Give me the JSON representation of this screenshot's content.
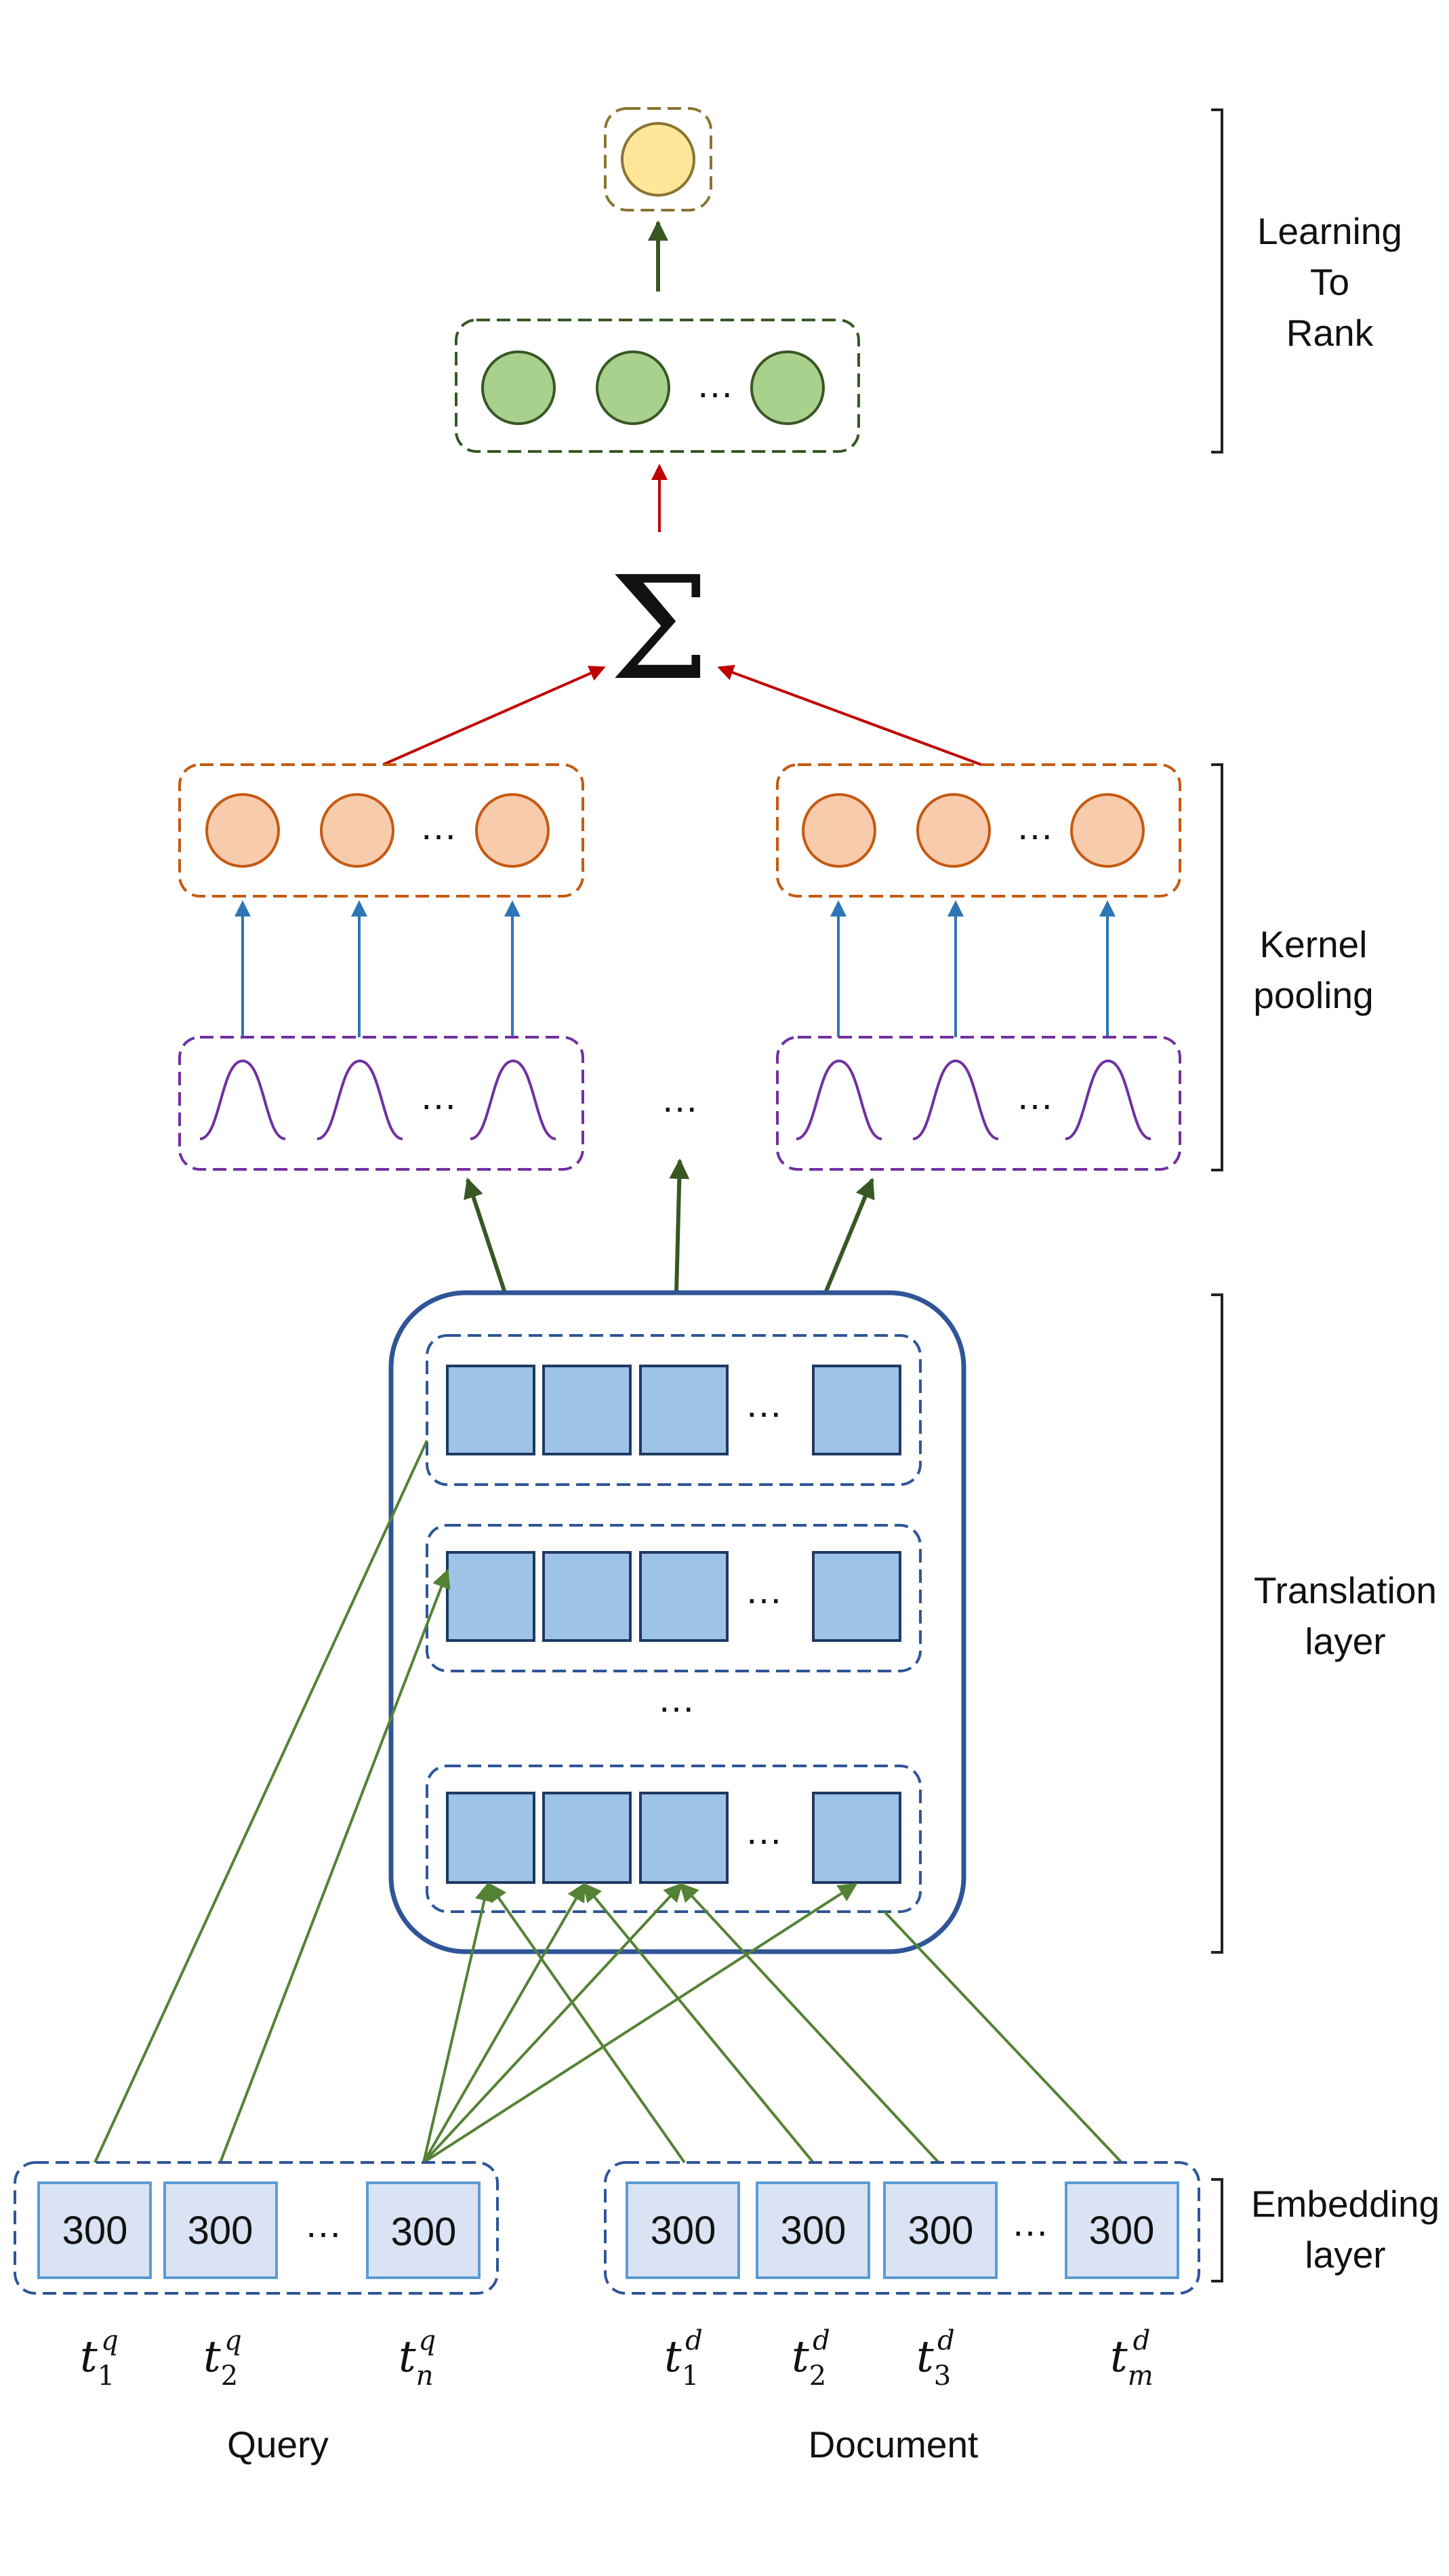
{
  "labels": {
    "ltr_line1": "Learning",
    "ltr_line2": "To",
    "ltr_line3": "Rank",
    "kernel_line1": "Kernel",
    "kernel_line2": "pooling",
    "translation_line1": "Translation",
    "translation_line2": "layer",
    "embedding_line1": "Embedding",
    "embedding_line2": "layer",
    "query": "Query",
    "document": "Document"
  },
  "symbols": {
    "sum": "Σ",
    "ellipsis": "…"
  },
  "embedding": {
    "dimension": "300"
  },
  "query_terms": [
    {
      "base": "t",
      "sub": "1",
      "sup": "q"
    },
    {
      "base": "t",
      "sub": "2",
      "sup": "q"
    },
    {
      "base": "t",
      "sub": "n",
      "sup": "q"
    }
  ],
  "document_terms": [
    {
      "base": "t",
      "sub": "1",
      "sup": "d"
    },
    {
      "base": "t",
      "sub": "2",
      "sup": "d"
    },
    {
      "base": "t",
      "sub": "3",
      "sup": "d"
    },
    {
      "base": "t",
      "sub": "m",
      "sup": "d"
    }
  ],
  "colors": {
    "output_node": "#FFE699",
    "output_border": "#8A7432",
    "hidden_node": "#A9D18E",
    "hidden_border": "#385723",
    "pool_node": "#F8CBAD",
    "pool_border": "#C55A11",
    "kernel": "#7030A0",
    "cell_fill": "#9DC3E6",
    "cell_border": "#203864",
    "embed_fill": "#DAE3F3",
    "embed_border": "#5B9BD5",
    "group_border": "#2F5597",
    "green_arrow": "#548235",
    "dark_green_arrow": "#385723",
    "red_arrow": "#C00000",
    "blue_arrow": "#2E75B6"
  }
}
